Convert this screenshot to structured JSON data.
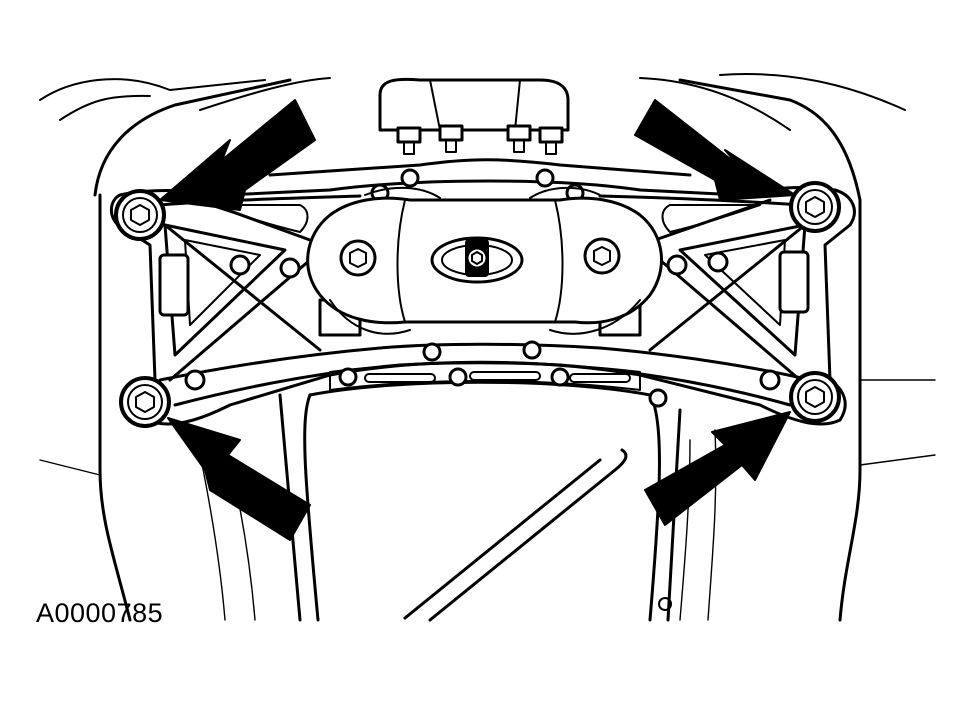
{
  "figure": {
    "id_label": "A0000785"
  },
  "diagram": {
    "subject_icons": {
      "crossmember": "crossmember-outline",
      "mount": "transmission-mount-outline",
      "arrow": "solid-pointer-arrow",
      "bolt": "hex-bolt-icon"
    },
    "arrow_count": 4,
    "bolt_count": 4,
    "colors": {
      "ink": "#000000",
      "paper": "#ffffff"
    }
  }
}
